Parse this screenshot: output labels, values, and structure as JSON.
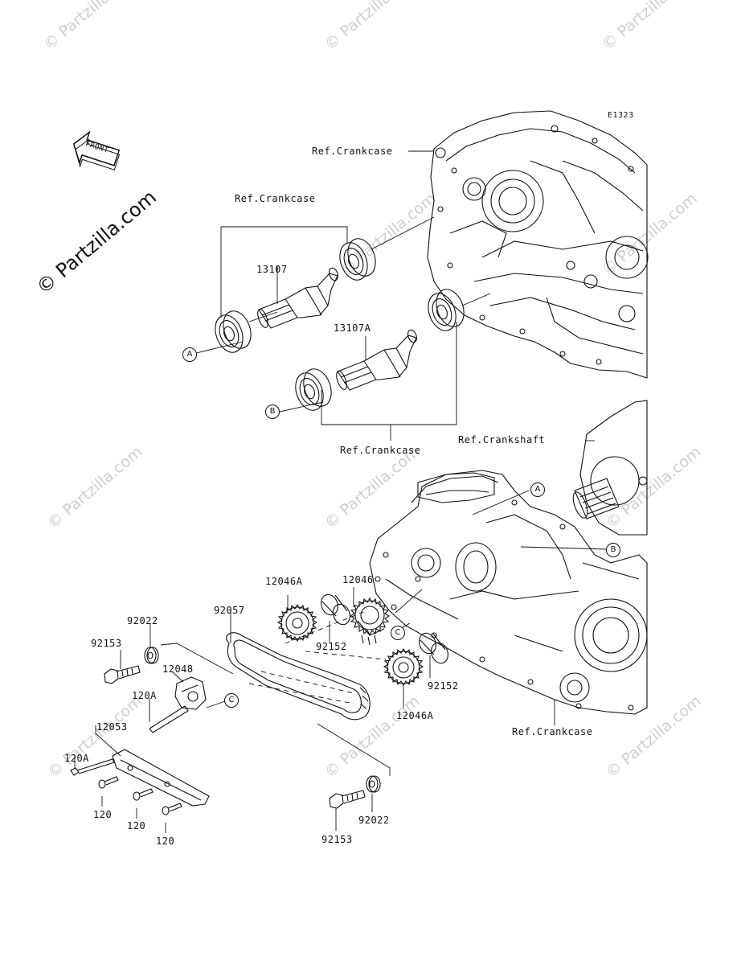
{
  "diagram_code": "E1323",
  "brand": "© Partzilla.com",
  "watermark": "© Partzilla.com",
  "front_label": "FRONT",
  "labels": {
    "ref_crankcase_top": "Ref.Crankcase",
    "ref_crankcase_bracket": "Ref.Crankcase",
    "ref_crankcase_mid": "Ref.Crankcase",
    "ref_crankshaft": "Ref.Crankshaft",
    "ref_crankcase_bottom": "Ref.Crankcase",
    "p13107": "13107",
    "p13107a": "13107A",
    "p12046a_top": "12046A",
    "p12046": "12046",
    "p92057": "92057",
    "p92022_left": "92022",
    "p92153_left": "92153",
    "p12048": "12048",
    "p120a_mid": "120A",
    "p12053": "12053",
    "p120a_left": "120A",
    "p120_a": "120",
    "p120_b": "120",
    "p120_c": "120",
    "p92152_left": "92152",
    "p92152_right": "92152",
    "p12046a_bottom": "12046A",
    "p92153_bottom": "92153",
    "p92022_bottom": "92022"
  },
  "callouts": {
    "a": "A",
    "b": "B",
    "c": "C"
  }
}
